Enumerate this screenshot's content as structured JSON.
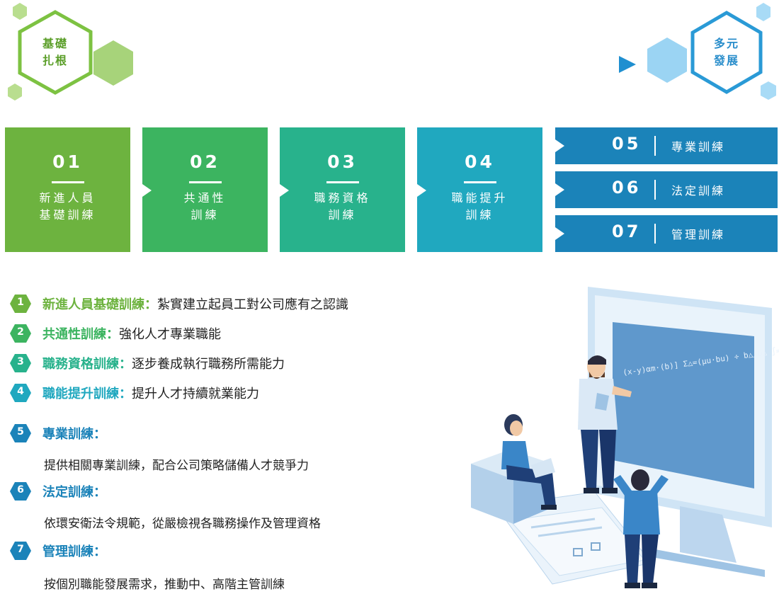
{
  "header": {
    "start_label_line1": "基礎",
    "start_label_line2": "扎根",
    "end_label_line1": "多元",
    "end_label_line2": "發展"
  },
  "steps": [
    {
      "num": "01",
      "line1": "新進人員",
      "line2": "基礎訓練",
      "color": "#6db33f"
    },
    {
      "num": "02",
      "line1": "共通性",
      "line2": "訓練",
      "color": "#3cb460"
    },
    {
      "num": "03",
      "line1": "職務資格",
      "line2": "訓練",
      "color": "#28b28c"
    },
    {
      "num": "04",
      "line1": "職能提升",
      "line2": "訓練",
      "color": "#20a8bf"
    }
  ],
  "bars": [
    {
      "num": "05",
      "name": "專業訓練"
    },
    {
      "num": "06",
      "name": "法定訓練"
    },
    {
      "num": "07",
      "name": "管理訓練"
    }
  ],
  "items": [
    {
      "badge": "1",
      "title": "新進人員基礎訓練：",
      "desc": "紮實建立起員工對公司應有之認識",
      "color": "#6db33f"
    },
    {
      "badge": "2",
      "title": "共通性訓練：",
      "desc": "強化人才專業職能",
      "color": "#3cb460"
    },
    {
      "badge": "3",
      "title": "職務資格訓練：",
      "desc": "逐步養成執行職務所需能力",
      "color": "#28b28c"
    },
    {
      "badge": "4",
      "title": "職能提升訓練：",
      "desc": "提升人才持續就業能力",
      "color": "#20a8bf"
    },
    {
      "badge": "5",
      "title": "專業訓練：",
      "desc": "提供相關專業訓練，配合公司策略儲備人才競爭力",
      "color": "#1b83b9"
    },
    {
      "badge": "6",
      "title": "法定訓練：",
      "desc": "依環安衛法令規範，從嚴檢視各職務操作及管理資格",
      "color": "#1b83b9"
    },
    {
      "badge": "7",
      "title": "管理訓練：",
      "desc": "按個別職能發展需求，推動中、高階主管訓練",
      "color": "#1b83b9"
    }
  ],
  "illustration": {
    "board_math": "(x-y)αm·(b)] Σ△=(μu·bu) ÷ b△/U△ ∫=VT"
  }
}
